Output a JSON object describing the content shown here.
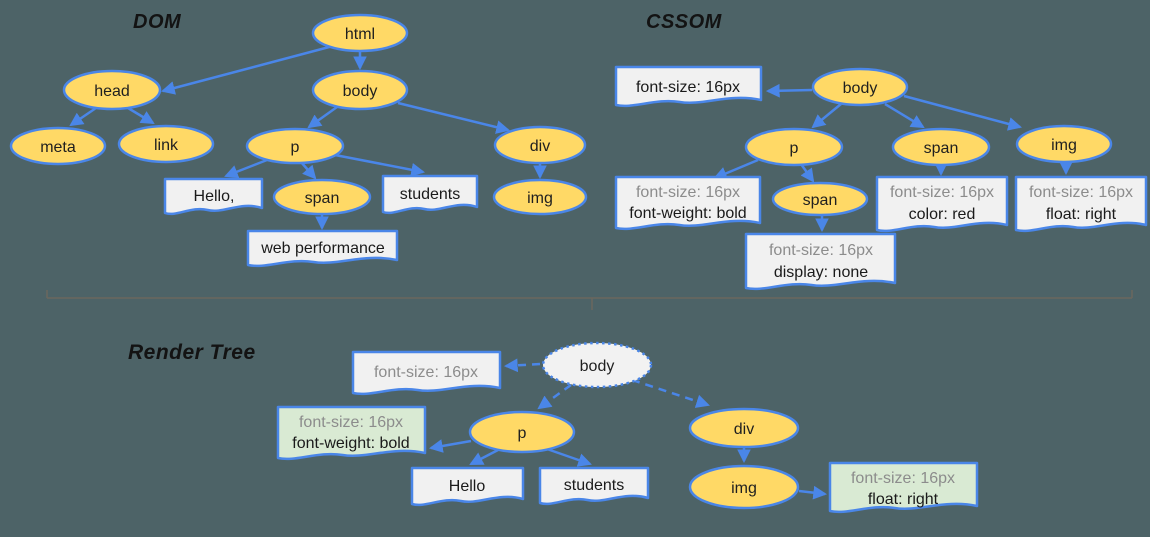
{
  "colors": {
    "background": "#4D6367",
    "node_fill": "#FFD966",
    "node_stroke": "#4A86E8",
    "arrow": "#4A86E8",
    "box_fill": "#F1F1F1",
    "box_green_fill": "#D9EAD3",
    "gray_text": "#8C8C8C",
    "divider": "#6B675E"
  },
  "titles": {
    "dom": "DOM",
    "cssom": "CSSOM",
    "render_tree": "Render Tree"
  },
  "dom": {
    "html": "html",
    "head": "head",
    "body": "body",
    "meta": "meta",
    "link": "link",
    "p": "p",
    "div": "div",
    "span": "span",
    "img": "img",
    "hello": "Hello,",
    "students": "students",
    "web_performance": "web performance"
  },
  "cssom": {
    "body": "body",
    "p": "p",
    "span": "span",
    "img": "img",
    "span_child": "span",
    "rule_body": {
      "l1": "font-size: 16px"
    },
    "rule_p": {
      "l1": "font-size: 16px",
      "l2": "font-weight: bold"
    },
    "rule_span": {
      "l1": "font-size: 16px",
      "l2": "color: red"
    },
    "rule_img": {
      "l1": "font-size: 16px",
      "l2": "float: right"
    },
    "rule_span_child": {
      "l1": "font-size: 16px",
      "l2": "display: none"
    }
  },
  "render": {
    "body": "body",
    "p": "p",
    "div": "div",
    "img": "img",
    "hello": "Hello",
    "students": "students",
    "rule_body": {
      "l1": "font-size: 16px"
    },
    "rule_p": {
      "l1": "font-size: 16px",
      "l2": "font-weight: bold"
    },
    "rule_img": {
      "l1": "font-size: 16px",
      "l2": "float: right"
    }
  }
}
